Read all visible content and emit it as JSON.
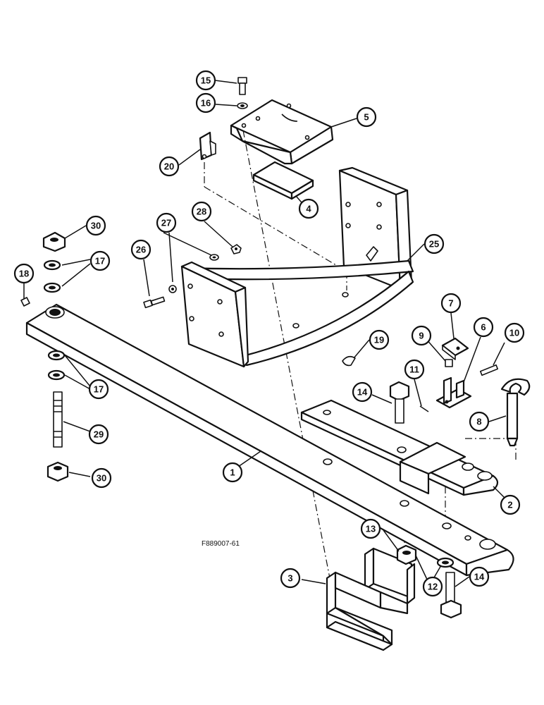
{
  "diagram": {
    "reference_code": "F889007-61",
    "callouts": {
      "c1": "1",
      "c2": "2",
      "c3": "3",
      "c4": "4",
      "c5": "5",
      "c6": "6",
      "c7": "7",
      "c8": "8",
      "c9": "9",
      "c10": "10",
      "c11": "11",
      "c12": "12",
      "c13": "13",
      "c14a": "14",
      "c14b": "14",
      "c15": "15",
      "c16": "16",
      "c17a": "17",
      "c17b": "17",
      "c18": "18",
      "c19": "19",
      "c20": "20",
      "c25": "25",
      "c26": "26",
      "c27": "27",
      "c28": "28",
      "c29": "29",
      "c30a": "30",
      "c30b": "30"
    }
  }
}
